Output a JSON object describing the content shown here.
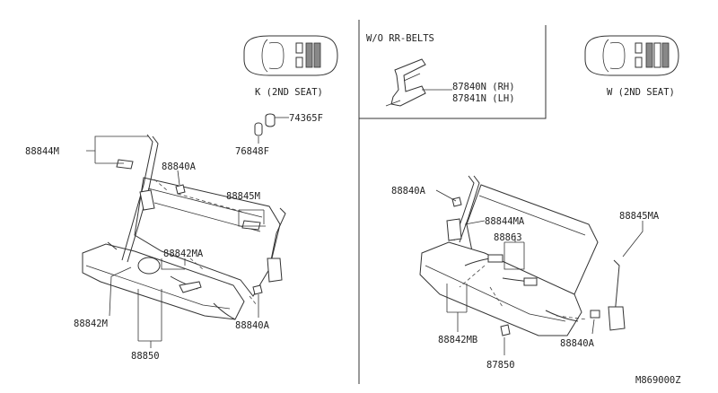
{
  "panels": {
    "left_seat_label": "K (2ND SEAT)",
    "center_box_title": "W/O  RR-BELTS",
    "right_seat_label": "W (2ND SEAT)"
  },
  "parts": {
    "p74365F": "74365F",
    "p76848F": "76848F",
    "p88844M": "88844M",
    "p88840A_left_top": "88840A",
    "p88845M": "88845M",
    "p88842MA": "88842MA",
    "p88842M": "88842M",
    "p88850": "88850",
    "p88840A_left_bottom": "88840A",
    "p87840N": "87840N (RH)",
    "p87841N": "87841N (LH)",
    "p88840A_right_top": "88840A",
    "p88844MA": "88844MA",
    "p88863": "88863",
    "p88845MA": "88845MA",
    "p88842MB": "88842MB",
    "p87850": "87850",
    "p88840A_right_bottom": "88840A"
  },
  "diagram_id": "M869000Z"
}
